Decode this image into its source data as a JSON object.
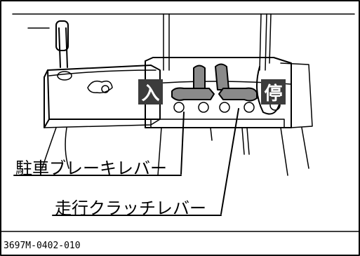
{
  "labels": {
    "engage_tag": "入",
    "stop_tag": "停",
    "parking_brake_lever": "駐車ブレーキレバー",
    "travel_clutch_lever": "走行クラッチレバー"
  },
  "figure_code": "3697M-0402-010",
  "colors": {
    "line": "#000000",
    "lever_fill": "#8a8a8a",
    "tag_fill": "#3c3c3c",
    "background": "#ffffff"
  }
}
